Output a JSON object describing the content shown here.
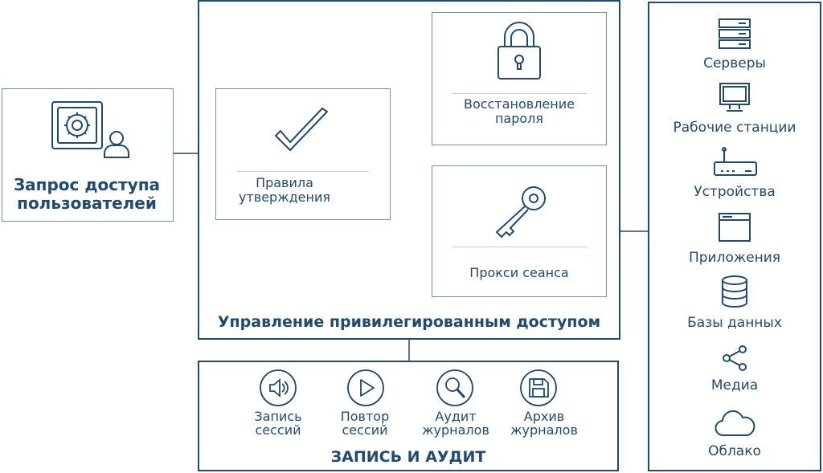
{
  "user_request": {
    "line1": "Запрос доступа",
    "line2": "пользователей"
  },
  "approval_rules": {
    "line1": "Правила",
    "line2": "утверждения"
  },
  "password_recovery": {
    "line1": "Восстановление",
    "line2": "пароля"
  },
  "session_proxy": {
    "label": "Прокси сеанса"
  },
  "pam": {
    "title": "Управление привилегированным доступом"
  },
  "audit": {
    "title": "ЗАПИСЬ И АУДИТ",
    "items": [
      {
        "line1": "Запись",
        "line2": "сессий",
        "icon": "speaker-icon"
      },
      {
        "line1": "Повтор",
        "line2": "сессий",
        "icon": "play-icon"
      },
      {
        "line1": "Аудит",
        "line2": "журналов",
        "icon": "magnifier-icon"
      },
      {
        "line1": "Архив",
        "line2": "журналов",
        "icon": "floppy-disk-icon"
      }
    ]
  },
  "targets": {
    "items": [
      {
        "label": "Серверы",
        "icon": "server-rack-icon"
      },
      {
        "label": "Рабочие станции",
        "icon": "monitor-icon"
      },
      {
        "label": "Устройства",
        "icon": "router-icon"
      },
      {
        "label": "Приложения",
        "icon": "app-window-icon"
      },
      {
        "label": "Базы данных",
        "icon": "database-icon"
      },
      {
        "label": "Медиа",
        "icon": "share-icon"
      },
      {
        "label": "Облако",
        "icon": "cloud-icon"
      }
    ]
  },
  "colors": {
    "primary": "#1f4a72",
    "border_light": "#6f8fae",
    "divider": "#c5d2de"
  }
}
